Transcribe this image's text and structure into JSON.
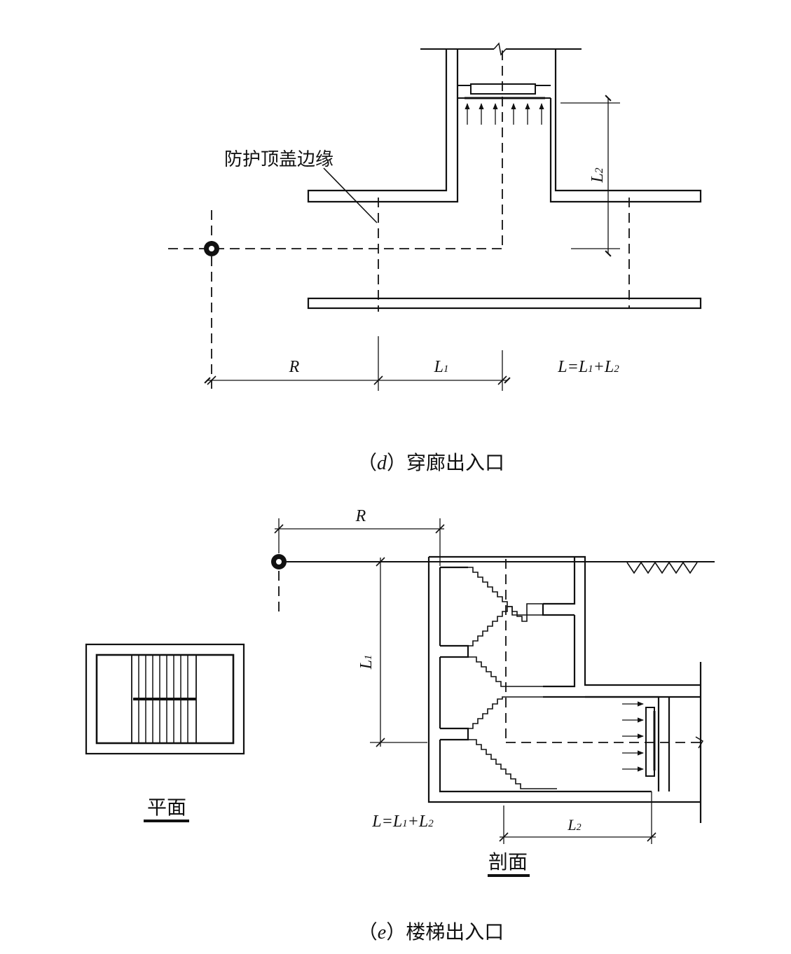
{
  "figure_d": {
    "callout": "防护顶盖边缘",
    "dim_r": "R",
    "dim_l1": "L",
    "dim_l1_sub": "1",
    "dim_l2": "L",
    "dim_l2_sub": "2",
    "formula": {
      "a": "L=L",
      "a_sub": "1",
      "b": "+L",
      "b_sub": "2"
    },
    "caption_prefix": "（",
    "caption_letter": "d",
    "caption_text": "）穿廊出入口"
  },
  "figure_e": {
    "dim_r": "R",
    "dim_l1": "L",
    "dim_l1_sub": "1",
    "dim_l2": "L",
    "dim_l2_sub": "2",
    "formula": {
      "a": "L=L",
      "a_sub": "1",
      "b": "+L",
      "b_sub": "2"
    },
    "plan_label": "平面",
    "section_label": "剖面",
    "caption_prefix": "（",
    "caption_letter": "e",
    "caption_text": "）楼梯出入口"
  }
}
